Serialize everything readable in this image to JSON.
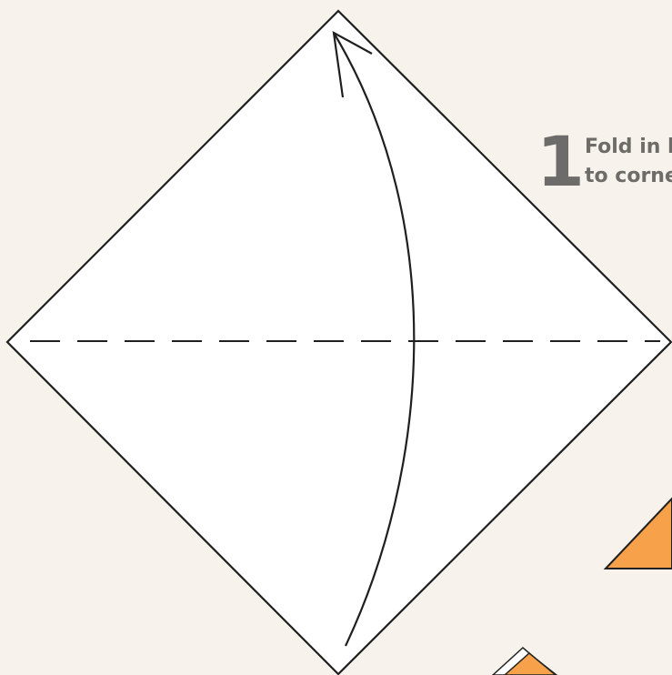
{
  "step": {
    "number": "1",
    "instruction_line1": "Fold in h",
    "instruction_line2": "to corne"
  },
  "colors": {
    "background": "#f7f3ec",
    "paper": "#ffffff",
    "outline": "#1f1f1f",
    "step_text": "#6e6c68",
    "accent_orange": "#f7a14a"
  },
  "icons": {
    "fold_arrow": "curved-fold-arrow-icon",
    "fold_line": "dashed-valley-fold-line"
  }
}
